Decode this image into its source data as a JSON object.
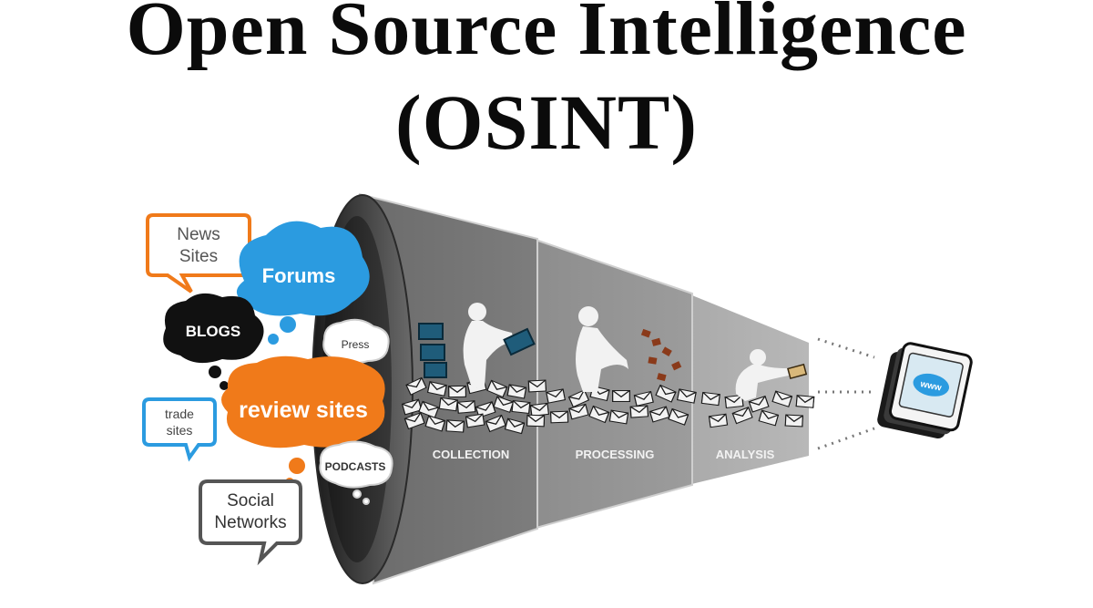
{
  "title": {
    "line1": "Open Source Intelligence",
    "line2": "(OSINT)"
  },
  "sources": {
    "news_sites": [
      "News",
      "Sites"
    ],
    "forums": "Forums",
    "blogs": "BLOGS",
    "press": "Press",
    "review_sites": "review sites",
    "trade_sites": [
      "trade",
      "sites"
    ],
    "podcasts": "PODCASTS",
    "social_networks": [
      "Social",
      "Networks"
    ]
  },
  "stages": [
    "COLLECTION",
    "PROCESSING",
    "ANALYSIS"
  ],
  "output": {
    "label": "www",
    "icon": "www-screen-icon"
  },
  "colors": {
    "blue": "#2b9be0",
    "orange": "#f07a1a",
    "black": "#111111",
    "funnel_dark": "#5a5a5a",
    "funnel_mid": "#8a8a8a",
    "funnel_light": "#b3b3b3"
  }
}
